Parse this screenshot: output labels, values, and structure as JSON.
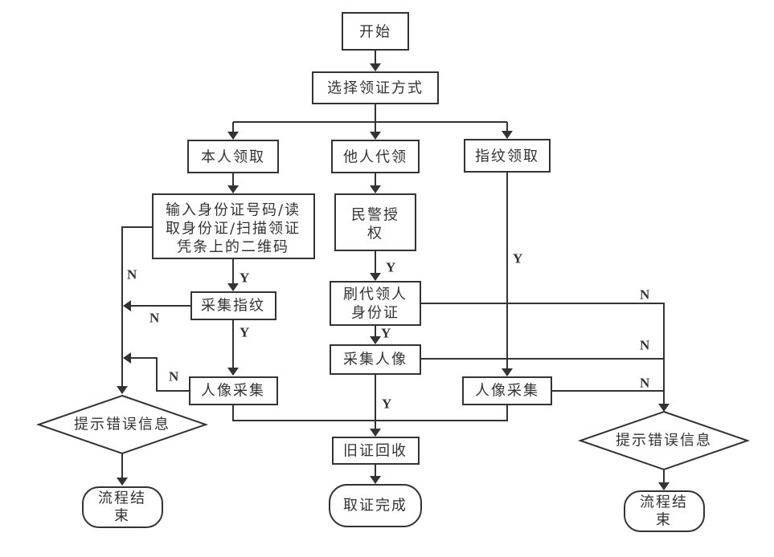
{
  "diagram": {
    "colors": {
      "stroke": "#333333",
      "background": "#ffffff",
      "text": "#333333"
    },
    "nodes": {
      "start": "开始",
      "choose_method": "选择领证方式",
      "self_pickup": "本人领取",
      "proxy_pickup": "他人代领",
      "fingerprint_pickup": "指纹领取",
      "input_id_line1": "输入身份证号码/读",
      "input_id_line2": "取身份证/扫描领证",
      "input_id_line3": "凭条上的二维码",
      "police_auth_line1": "民警授",
      "police_auth_line2": "权",
      "swipe_proxy_id_line1": "刷代领人",
      "swipe_proxy_id_line2": "身份证",
      "collect_fingerprint": "采集指纹",
      "collect_portrait_proxy": "采集人像",
      "portrait_capture_left": "人像采集",
      "portrait_capture_right": "人像采集",
      "error_left": "提示错误信息",
      "error_right": "提示错误信息",
      "old_id_recycle": "旧证回收",
      "end_left_line1": "流程结",
      "end_left_line2": "束",
      "end_right_line1": "流程结",
      "end_right_line2": "束",
      "complete": "取证完成"
    },
    "labels": {
      "yes": "Y",
      "no": "N"
    }
  }
}
